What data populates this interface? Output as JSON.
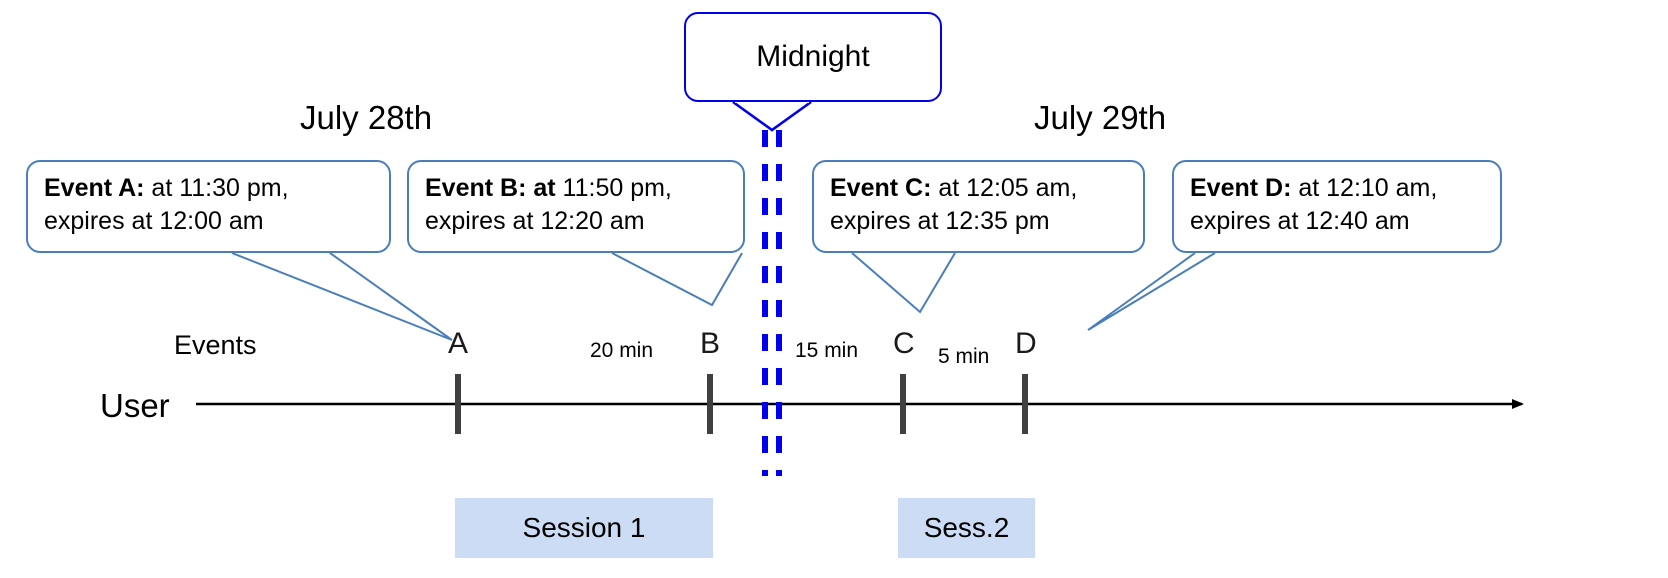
{
  "diagram": {
    "title_callout": {
      "label": "Midnight"
    },
    "dates": [
      {
        "label": "July 28th"
      },
      {
        "label": "July 29th"
      }
    ],
    "row_labels": {
      "events": "Events",
      "user": "User"
    },
    "event_callouts": [
      {
        "id": "A",
        "bold": "Event A:",
        "line1_rest": " at 11:30 pm,",
        "line2": "expires at 12:00 am"
      },
      {
        "id": "B",
        "bold": "Event B: at",
        "line1_rest": " 11:50 pm,",
        "line2": "expires at 12:20 am"
      },
      {
        "id": "C",
        "bold": "Event C:",
        "line1_rest": " at 12:05 am,",
        "line2": "expires at 12:35 pm"
      },
      {
        "id": "D",
        "bold": "Event D:",
        "line1_rest": "  at 12:10 am,",
        "line2": "expires at 12:40 am"
      }
    ],
    "ticks": [
      {
        "label": "A"
      },
      {
        "label": "B"
      },
      {
        "label": "C"
      },
      {
        "label": "D"
      }
    ],
    "intervals": [
      {
        "label": "20 min"
      },
      {
        "label": "15 min"
      },
      {
        "label": "5 min"
      }
    ],
    "sessions": [
      {
        "label": "Session 1"
      },
      {
        "label": "Sess.2"
      }
    ],
    "colors": {
      "callout_border": "#4a7ebb",
      "midnight_border": "#0000ee",
      "midnight_dash": "#0000ee",
      "session_fill": "#ccdcf5",
      "axis": "#000000",
      "tick": "#404040",
      "leader": "#4a7ebb"
    }
  }
}
